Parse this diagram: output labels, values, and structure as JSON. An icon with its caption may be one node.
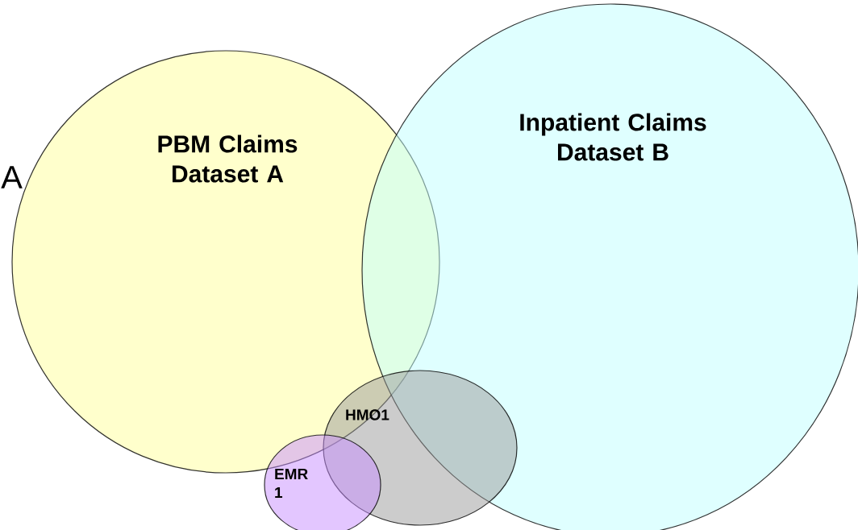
{
  "diagram": {
    "nodes": [
      {
        "text": [
          "PBM Claims Dataset A"
        ]
      },
      {
        "text": [
          "Inpatient Claims Dataset B"
        ]
      },
      {
        "text": [
          "HMO1"
        ]
      },
      {
        "text": [
          "EMR 1"
        ]
      }
    ],
    "labels": [
      "A"
    ]
  }
}
